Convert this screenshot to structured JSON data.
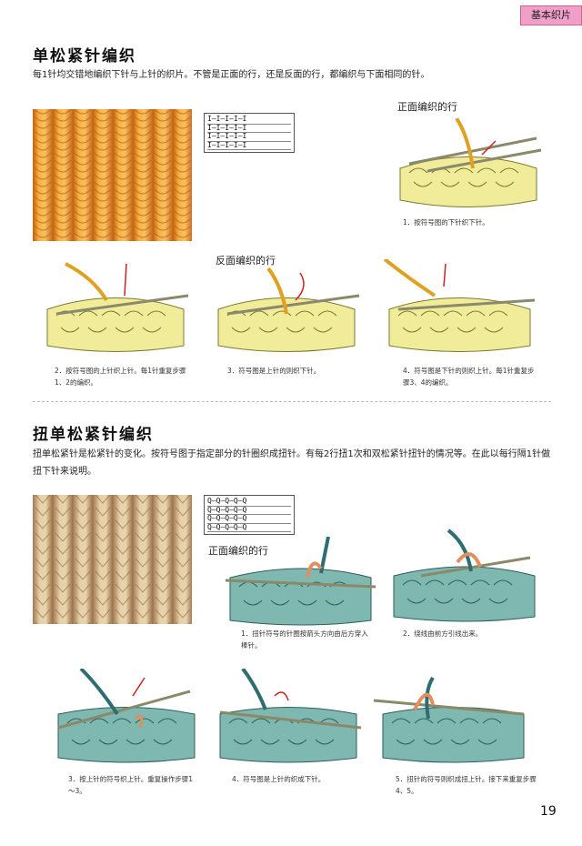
{
  "header_tag": "基本织片",
  "section1": {
    "title": "单松紧针编织",
    "desc": "每1针均交错地编织下针与上针的织片。不管是正面的行，还是反面的行，都编织与下面相同的针。",
    "symbol_rows": [
      "I—I—I—I—I",
      "I—I—I—I—I",
      "I—I—I—I—I",
      "I—I—I—I—I"
    ],
    "label_front": "正面编织的行",
    "label_back": "反面编织的行",
    "captions": [
      "1．按符号图的下针织下针。",
      "2．按符号图的上针织上针。每1针重复步骤1、2的编织。",
      "3．符号图是上针的则织下针。",
      "4．符号图是下针的则织上针。每1针重复步骤3、4的编织。"
    ]
  },
  "section2": {
    "title": "扭单松紧针编织",
    "desc": "扭单松紧针是松紧针的变化。按符号图于指定部分的针圈织成扭针。有每2行扭1次和双松紧针扭针的情况等。在此以每行隔1针做扭下针来说明。",
    "symbol_rows": [
      "Q—Q—Q—Q—Q",
      "Q—Q—Q—Q—Q",
      "Q—Q—Q—Q—Q",
      "Q—Q—Q—Q—Q"
    ],
    "label_front": "正面编织的行",
    "captions": [
      "1．扭针符号的针圈按箭头方向由后方穿入棒针。",
      "2．绕线由前方引线出来。",
      "3．按上针的符号织上针。重复操作步骤1～3。",
      "4．符号图是上针的织成下针。",
      "5．扭针的符号则织成扭上针。接下来重复步骤4、5。"
    ]
  },
  "page_number": "19",
  "colors": {
    "orange_yarn": "#f0a030",
    "beige_yarn": "#d9b98c",
    "pale_yarn": "#f0ec9a",
    "teal_yarn": "#7fb8b0",
    "tag_pink": "#f0a0c8"
  }
}
